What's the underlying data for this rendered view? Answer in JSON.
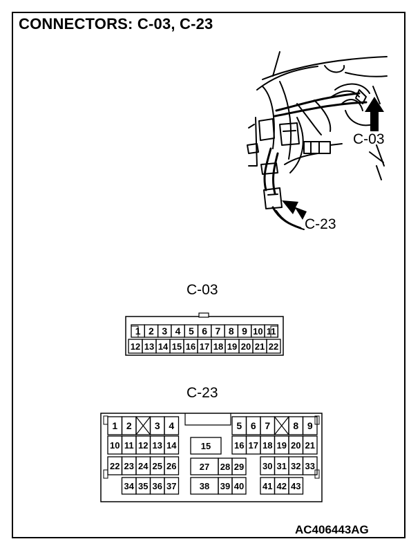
{
  "title": "CONNECTORS: C-03, C-23",
  "figure_code": "AC406443AG",
  "photo": {
    "callout_c03": "C-03",
    "callout_c23": "C-23"
  },
  "connector_c03": {
    "name": "C-03",
    "row1": [
      "1",
      "2",
      "3",
      "4",
      "5",
      "6",
      "7",
      "8",
      "9",
      "10",
      "11"
    ],
    "row2": [
      "12",
      "13",
      "14",
      "15",
      "16",
      "17",
      "18",
      "19",
      "20",
      "21",
      "22"
    ]
  },
  "connector_c23": {
    "name": "C-23",
    "left_block": [
      [
        "1",
        "2",
        "",
        "3",
        "4"
      ],
      [
        "10",
        "11",
        "12",
        "13",
        "14"
      ],
      [
        "22",
        "23",
        "24",
        "25",
        "26"
      ],
      [
        "",
        "34",
        "35",
        "36",
        "37"
      ]
    ],
    "mid_block": [
      [
        "15",
        ""
      ],
      [
        "27",
        "28",
        "29"
      ],
      [
        "38",
        "39",
        "40"
      ]
    ],
    "right_block": [
      [
        "5",
        "6",
        "7",
        "",
        "8",
        "9"
      ],
      [
        "16",
        "17",
        "18",
        "19",
        "20",
        "21"
      ],
      [
        "",
        "",
        "30",
        "31",
        "32",
        "33"
      ],
      [
        "",
        "",
        "41",
        "42",
        "43",
        ""
      ]
    ]
  }
}
